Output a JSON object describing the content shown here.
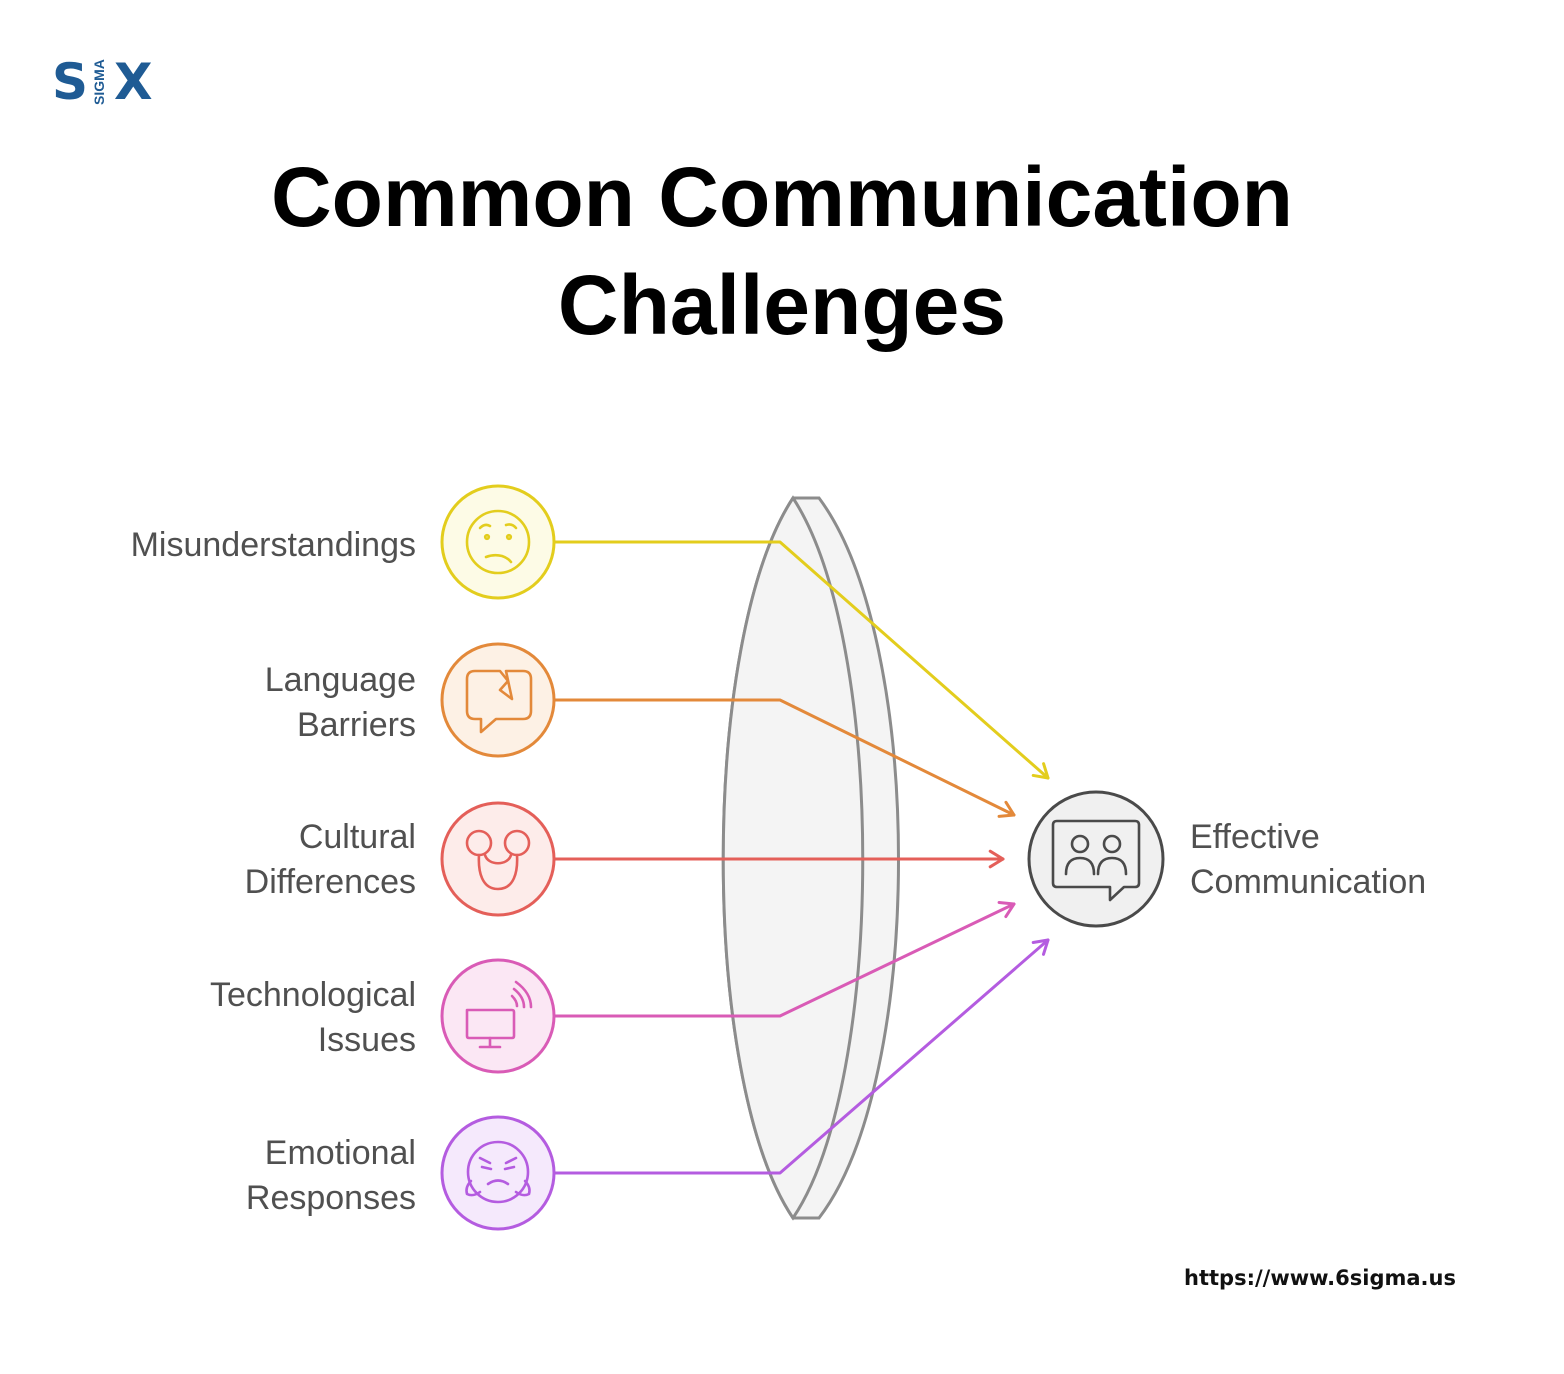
{
  "logo": {
    "letter_s": "S",
    "letter_x": "X",
    "word": "SIGMA",
    "color": "#1f5b94"
  },
  "title": {
    "line1": "Common Communication",
    "line2": "Challenges"
  },
  "inputs": [
    {
      "line1": "Misunderstandings",
      "line2": "",
      "icon": "confused-face-icon",
      "color": "#e3cd1d",
      "fill": "#fdfbe6"
    },
    {
      "line1": "Language",
      "line2": "Barriers",
      "icon": "broken-speech-bubble-icon",
      "color": "#e3893a",
      "fill": "#fdf1e5"
    },
    {
      "line1": "Cultural",
      "line2": "Differences",
      "icon": "knot-icon",
      "color": "#e45f59",
      "fill": "#fdecea"
    },
    {
      "line1": "Technological",
      "line2": "Issues",
      "icon": "monitor-signal-icon",
      "color": "#d95bb6",
      "fill": "#fbe7f4"
    },
    {
      "line1": "Emotional",
      "line2": "Responses",
      "icon": "frustrated-face-icon",
      "color": "#b45ce0",
      "fill": "#f5e9fc"
    }
  ],
  "output": {
    "line1": "Effective",
    "line2": "Communication",
    "icon": "people-chat-icon",
    "color": "#4a4a4a",
    "fill": "#f0f0f0"
  },
  "lens": {
    "color": "#8c8c8c",
    "fill": "#f4f4f4"
  },
  "footer": {
    "url": "https://www.6sigma.us"
  }
}
